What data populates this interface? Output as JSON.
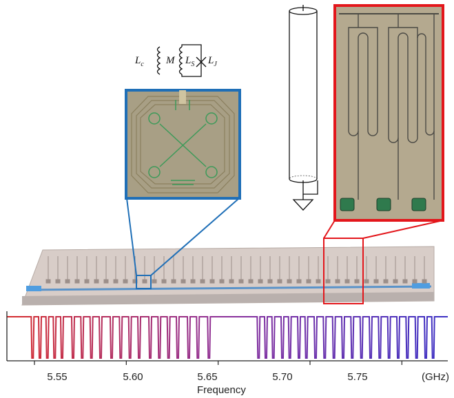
{
  "circuit": {
    "Lc_sym": "L",
    "Lc_sub": "c",
    "M_sym": "M",
    "LS_sym": "L",
    "LS_sub": "S",
    "LJ_sym": "L",
    "LJ_sub": "J"
  },
  "colors": {
    "blue_frame": "#1f6fb7",
    "red_frame": "#e3161b",
    "chip_fill": "#cfc4bf",
    "line_start": "#d62b2b",
    "line_mid": "#8a2f9a",
    "line_end": "#3a2fc4"
  },
  "icons": [
    "coaxial-resonator-icon",
    "ground-symbol-icon",
    "inductor-icon",
    "josephson-junction-icon"
  ],
  "chart_data": {
    "type": "line",
    "title": "",
    "xlabel": "Frequency",
    "xunit": "(GHz)",
    "ylabel": "",
    "xlim": [
      5.535,
      5.775
    ],
    "xticks": [
      5.55,
      5.6,
      5.65,
      5.7,
      5.75
    ],
    "xtick_labels": [
      "5.55",
      "5.60",
      "5.65",
      "5.70",
      "5.75"
    ],
    "grid": false,
    "resonance_frequencies": [
      5.549,
      5.553,
      5.557,
      5.561,
      5.565,
      5.571,
      5.576,
      5.581,
      5.586,
      5.592,
      5.597,
      5.602,
      5.607,
      5.613,
      5.618,
      5.623,
      5.628,
      5.634,
      5.639,
      5.645,
      5.672,
      5.676,
      5.68,
      5.685,
      5.689,
      5.694,
      5.698,
      5.703,
      5.708,
      5.713,
      5.718,
      5.723,
      5.728,
      5.733,
      5.738,
      5.743,
      5.748,
      5.753,
      5.758,
      5.763,
      5.767
    ]
  }
}
